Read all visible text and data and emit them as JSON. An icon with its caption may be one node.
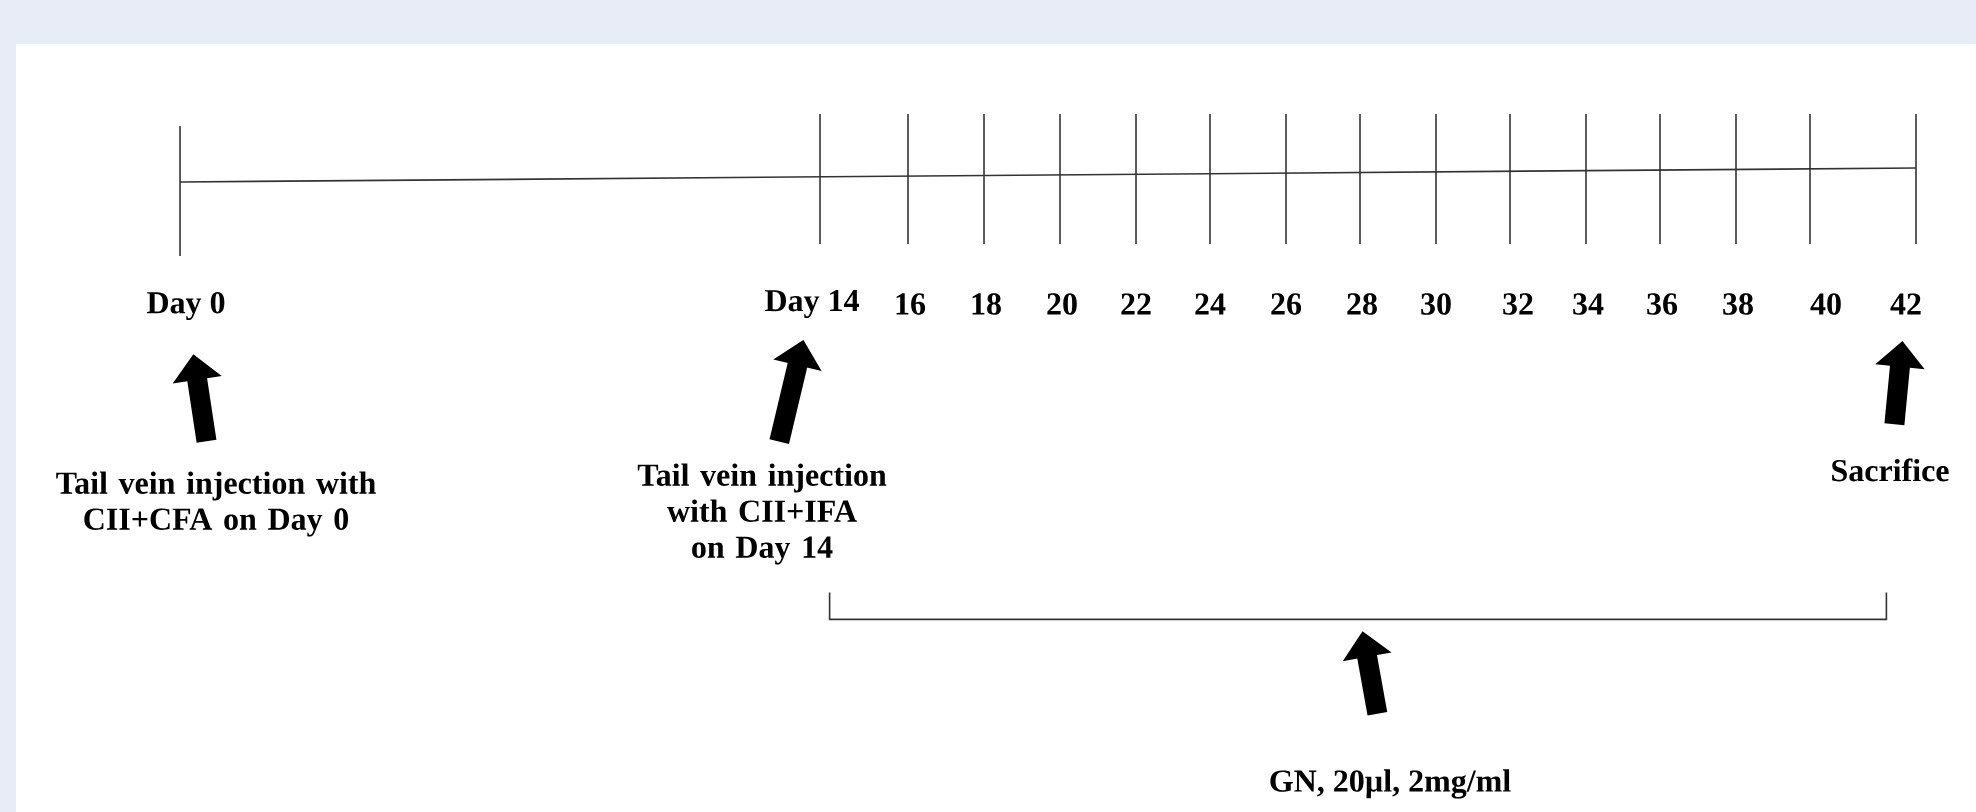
{
  "diagram": {
    "nodes": [
      {
        "text": [
          "Day 0"
        ]
      },
      {
        "text": [
          "Day 14"
        ]
      },
      {
        "text": [
          "42"
        ]
      },
      {
        "text": [
          "Tail vein injection with CII+CFA on Day 0"
        ]
      },
      {
        "text": [
          "Tail vein injection with CII+IFA on Day 14"
        ]
      },
      {
        "text": [
          "Sacrifice"
        ]
      },
      {
        "text": [],
        "shape": "bracket"
      },
      {
        "text": [
          "GN, 20µl, 2mg/ml"
        ]
      }
    ],
    "edges": [
      {
        "from": 3,
        "to": 0,
        "arrow": "to"
      },
      {
        "from": 4,
        "to": 1,
        "arrow": "to"
      },
      {
        "from": 5,
        "to": 2,
        "arrow": "to"
      },
      {
        "from": 7,
        "to": 6,
        "arrow": "to"
      }
    ],
    "labels": [
      "16",
      "18",
      "20",
      "22",
      "24",
      "26",
      "28",
      "30",
      "32",
      "34",
      "36",
      "38",
      "40"
    ]
  }
}
